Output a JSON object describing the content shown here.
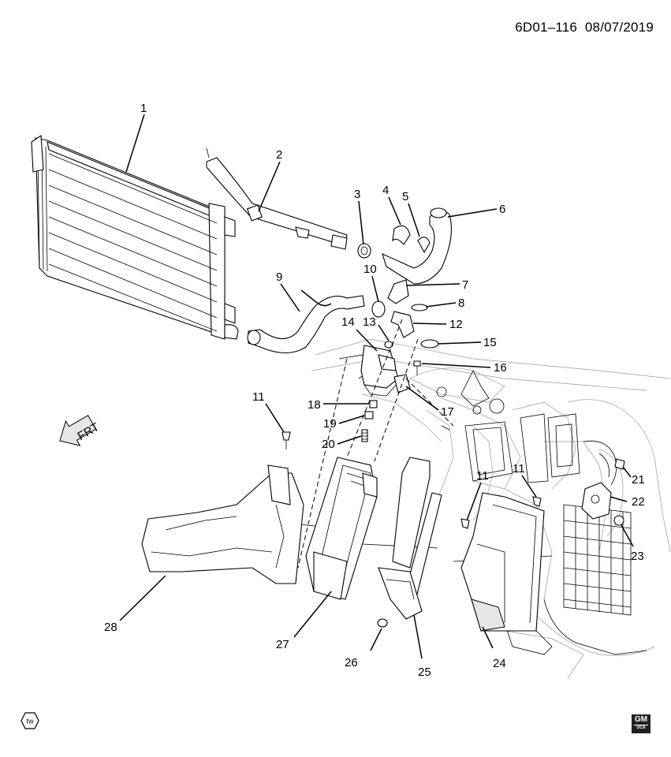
{
  "header": {
    "code": "6D01–116",
    "date": "08/07/2019"
  },
  "callouts": [
    "1",
    "2",
    "3",
    "4",
    "5",
    "6",
    "7",
    "8",
    "9",
    "10",
    "11",
    "11",
    "11",
    "12",
    "13",
    "14",
    "15",
    "16",
    "17",
    "18",
    "19",
    "20",
    "21",
    "22",
    "23",
    "24",
    "25",
    "26",
    "27",
    "28"
  ],
  "badges": {
    "tw": "tw",
    "gm": "GM",
    "gm_sub": "OCA"
  },
  "icons": {
    "tw": "tw-hexagon-logo",
    "gm": "gm-logo",
    "direction": "front-direction-arrow"
  },
  "direction_label": "FRT"
}
